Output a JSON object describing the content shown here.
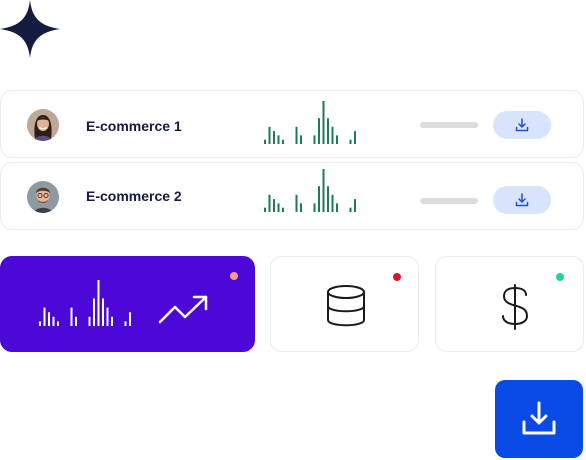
{
  "logo": {
    "icon": "sparkle-icon",
    "color": "#151a3f"
  },
  "rows": [
    {
      "name": "E-commerce 1",
      "avatar": "avatar-woman",
      "action_icon": "download-icon"
    },
    {
      "name": "E-commerce 2",
      "avatar": "avatar-man",
      "action_icon": "download-icon"
    }
  ],
  "mini_chart": {
    "color_rows": "#1f7a56",
    "color_card": "#ffffff",
    "values": [
      1,
      4,
      3,
      2,
      1,
      0,
      0,
      4,
      2,
      0,
      0,
      2,
      6,
      10,
      6,
      4,
      2,
      0,
      0,
      1,
      3
    ]
  },
  "cards": [
    {
      "name": "trend-card",
      "icon": "trending-up-icon",
      "background": "#4b08d6",
      "status_color": "#f49d8b"
    },
    {
      "name": "database-card",
      "icon": "database-icon",
      "status_color": "#e0132c"
    },
    {
      "name": "dollar-card",
      "icon": "dollar-icon",
      "status_color": "#1fd4a3"
    }
  ],
  "primary_action": {
    "icon": "download-icon",
    "background": "#0a4ae6"
  },
  "colors": {
    "accent_light": "#d7e4fb",
    "placeholder_bar": "#dcdce0",
    "text": "#151a3f"
  }
}
